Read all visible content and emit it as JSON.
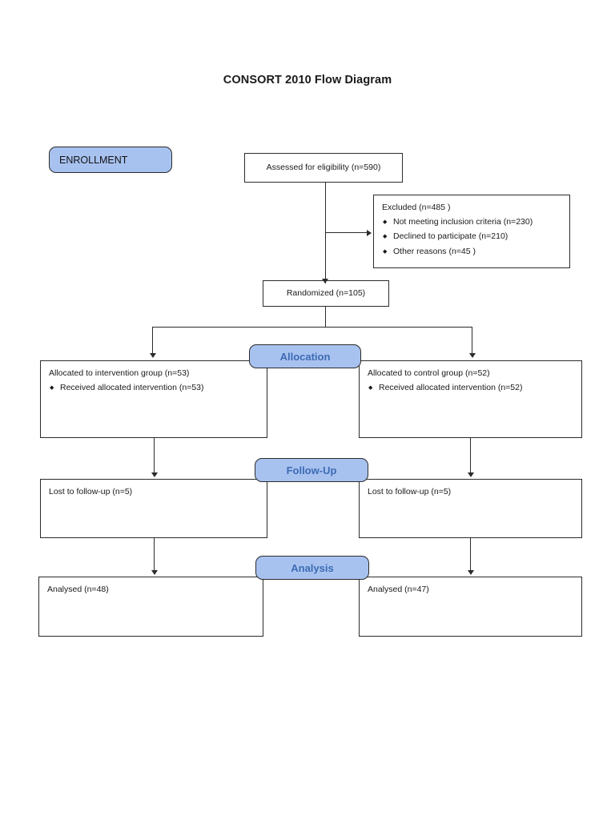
{
  "document": {
    "title": "CONSORT 2010 Flow Diagram"
  },
  "stages": {
    "enrollment": "ENROLLMENT",
    "allocation": "Allocation",
    "followup": "Follow-Up",
    "analysis": "Analysis"
  },
  "nodes": {
    "assessed": {
      "text": "Assessed for eligibility (n=590)",
      "n": 590
    },
    "excluded": {
      "heading": "Excluded (n=485   )",
      "n": 485,
      "reasons": [
        "Not meeting inclusion criteria (n=230)",
        "Declined  to participate (n=210)",
        "Other reasons (n=45   )"
      ]
    },
    "randomized": {
      "text": "Randomized (n=105)",
      "n": 105
    },
    "allocation_left": {
      "heading": "Allocated to intervention group (n=53)",
      "n": 53,
      "bullets": [
        "Received allocated intervention (n=53)"
      ]
    },
    "allocation_right": {
      "heading": "Allocated to control group (n=52)",
      "n": 52,
      "bullets": [
        "Received allocated intervention (n=52)"
      ]
    },
    "followup_left": {
      "text": "Lost to follow-up (n=5)",
      "n": 5
    },
    "followup_right": {
      "text": "Lost to follow-up (n=5)",
      "n": 5
    },
    "analysis_left": {
      "text": "Analysed (n=48)",
      "n": 48
    },
    "analysis_right": {
      "text": "Analysed (n=47)",
      "n": 47
    }
  },
  "colors": {
    "banner_fill": "#a8c2f0",
    "banner_text": "#3d6bb3",
    "line": "#2b2b2b",
    "box_border": "#2b2b2b",
    "page_background": "#ffffff"
  }
}
